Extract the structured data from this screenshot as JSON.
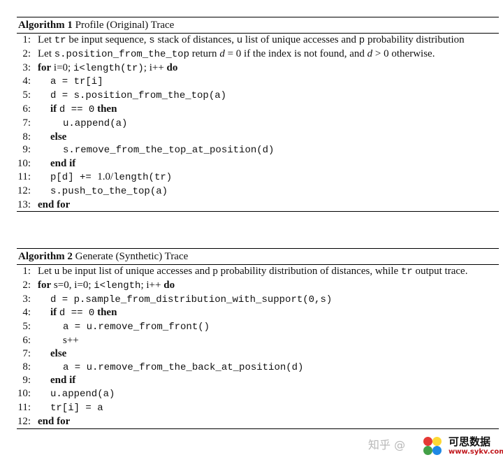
{
  "algo1": {
    "label": "Algorithm 1",
    "title": "Profile (Original) Trace",
    "lines": [
      {
        "num": "1:",
        "parts": [
          [
            "t",
            "Let "
          ],
          [
            "m",
            "tr"
          ],
          [
            "t",
            " be input sequence, "
          ],
          [
            "m",
            "s"
          ],
          [
            "t",
            " stack of distances, "
          ],
          [
            "m",
            "u"
          ],
          [
            "t",
            " list of unique accesses and "
          ],
          [
            "m",
            "p"
          ],
          [
            "t",
            " probability distribution"
          ]
        ]
      },
      {
        "num": "2:",
        "parts": [
          [
            "t",
            "Let "
          ],
          [
            "m",
            "s.position_from_the_top"
          ],
          [
            "t",
            " return "
          ],
          [
            "i",
            "d"
          ],
          [
            "t",
            " = 0 if the index is not found, and "
          ],
          [
            "i",
            "d"
          ],
          [
            "t",
            " > 0 otherwise."
          ]
        ]
      },
      {
        "num": "3:",
        "parts": [
          [
            "k",
            "for"
          ],
          [
            "t",
            " i=0; "
          ],
          [
            "m",
            "i<length(tr)"
          ],
          [
            "t",
            "; i++ "
          ],
          [
            "k",
            "do"
          ]
        ]
      },
      {
        "num": "4:",
        "parts": [
          [
            "m",
            "a = tr[i]"
          ]
        ]
      },
      {
        "num": "5:",
        "parts": [
          [
            "m",
            "d = s.position_from_the_top(a)"
          ]
        ]
      },
      {
        "num": "6:",
        "parts": [
          [
            "k",
            "if"
          ],
          [
            "t",
            " "
          ],
          [
            "m",
            "d == 0"
          ],
          [
            "t",
            " "
          ],
          [
            "k",
            "then"
          ]
        ]
      },
      {
        "num": "7:",
        "parts": [
          [
            "m",
            "u.append(a)"
          ]
        ]
      },
      {
        "num": "8:",
        "parts": [
          [
            "k",
            "else"
          ]
        ]
      },
      {
        "num": "9:",
        "parts": [
          [
            "m",
            "s.remove_from_the_top_at_position(d)"
          ]
        ]
      },
      {
        "num": "10:",
        "parts": [
          [
            "k",
            "end if"
          ]
        ]
      },
      {
        "num": "11:",
        "parts": [
          [
            "m",
            "p[d] += "
          ],
          [
            "t",
            "1.0/"
          ],
          [
            "m",
            "length(tr)"
          ]
        ]
      },
      {
        "num": "12:",
        "parts": [
          [
            "m",
            "s.push_to_the_top(a)"
          ]
        ]
      },
      {
        "num": "13:",
        "parts": [
          [
            "k",
            "end for"
          ]
        ]
      }
    ]
  },
  "algo2": {
    "label": "Algorithm 2",
    "title": "Generate (Synthetic) Trace",
    "lines": [
      {
        "num": "1:",
        "parts": [
          [
            "t",
            "Let u be input list of unique accesses and p probability distribution of distances, while "
          ],
          [
            "m",
            "tr"
          ],
          [
            "t",
            " output trace."
          ]
        ]
      },
      {
        "num": "2:",
        "parts": [
          [
            "k",
            "for"
          ],
          [
            "t",
            " s=0, i=0; "
          ],
          [
            "m",
            "i<length"
          ],
          [
            "t",
            "; i++ "
          ],
          [
            "k",
            "do"
          ]
        ]
      },
      {
        "num": "3:",
        "parts": [
          [
            "m",
            "d = p.sample_from_distribution_with_support(0,s)"
          ]
        ]
      },
      {
        "num": "4:",
        "parts": [
          [
            "k",
            "if"
          ],
          [
            "t",
            " "
          ],
          [
            "m",
            "d == 0"
          ],
          [
            "t",
            " "
          ],
          [
            "k",
            "then"
          ]
        ]
      },
      {
        "num": "5:",
        "parts": [
          [
            "m",
            "a = u.remove_from_front()"
          ]
        ]
      },
      {
        "num": "6:",
        "parts": [
          [
            "t",
            "s++"
          ]
        ]
      },
      {
        "num": "7:",
        "parts": [
          [
            "k",
            "else"
          ]
        ]
      },
      {
        "num": "8:",
        "parts": [
          [
            "m",
            "a = u.remove_from_the_back_at_position(d)"
          ]
        ]
      },
      {
        "num": "9:",
        "parts": [
          [
            "k",
            "end if"
          ]
        ]
      },
      {
        "num": "10:",
        "parts": [
          [
            "m",
            "u.append(a)"
          ]
        ]
      },
      {
        "num": "11:",
        "parts": [
          [
            "m",
            "tr[i] = a"
          ]
        ]
      },
      {
        "num": "12:",
        "parts": [
          [
            "k",
            "end for"
          ]
        ]
      }
    ]
  },
  "watermark": {
    "text": "知乎 @",
    "logo_cn": "可思数据",
    "logo_url": "www.sykv.com",
    "logo_colors": [
      "#e53935",
      "#fdd835",
      "#43a047",
      "#1e88e5"
    ]
  }
}
